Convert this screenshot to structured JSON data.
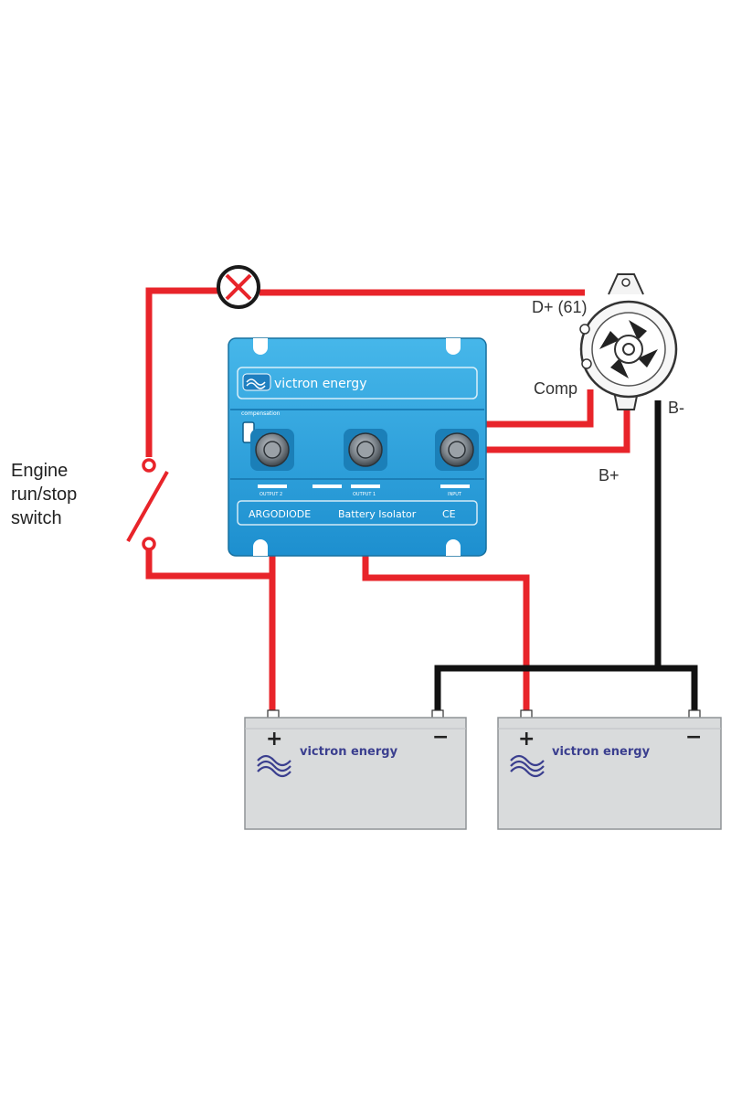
{
  "switch_label": [
    "Engine",
    "run/stop",
    "switch"
  ],
  "alternator": {
    "d_plus_label": "D+ (61)",
    "comp_label": "Comp",
    "b_minus_label": "B-",
    "b_plus_label": "B+"
  },
  "isolator": {
    "brand": "victron energy",
    "compensation_label": "compensation",
    "output2_label": "OUTPUT 2",
    "output1_label": "OUTPUT 1",
    "input_label": "INPUT",
    "model_label": "ARGODIODE",
    "product_label": "Battery Isolator",
    "ce_label": "CE"
  },
  "batteries": [
    {
      "brand": "victron energy",
      "plus": "+",
      "minus": "−"
    },
    {
      "brand": "victron energy",
      "plus": "+",
      "minus": "−"
    }
  ],
  "colors": {
    "positive_wire": "#e8242a",
    "negative_wire": "#111111",
    "isolator_body": "#2aa3dd",
    "battery_body": "#d9dbdc",
    "battery_brand": "#3b3f8f"
  }
}
